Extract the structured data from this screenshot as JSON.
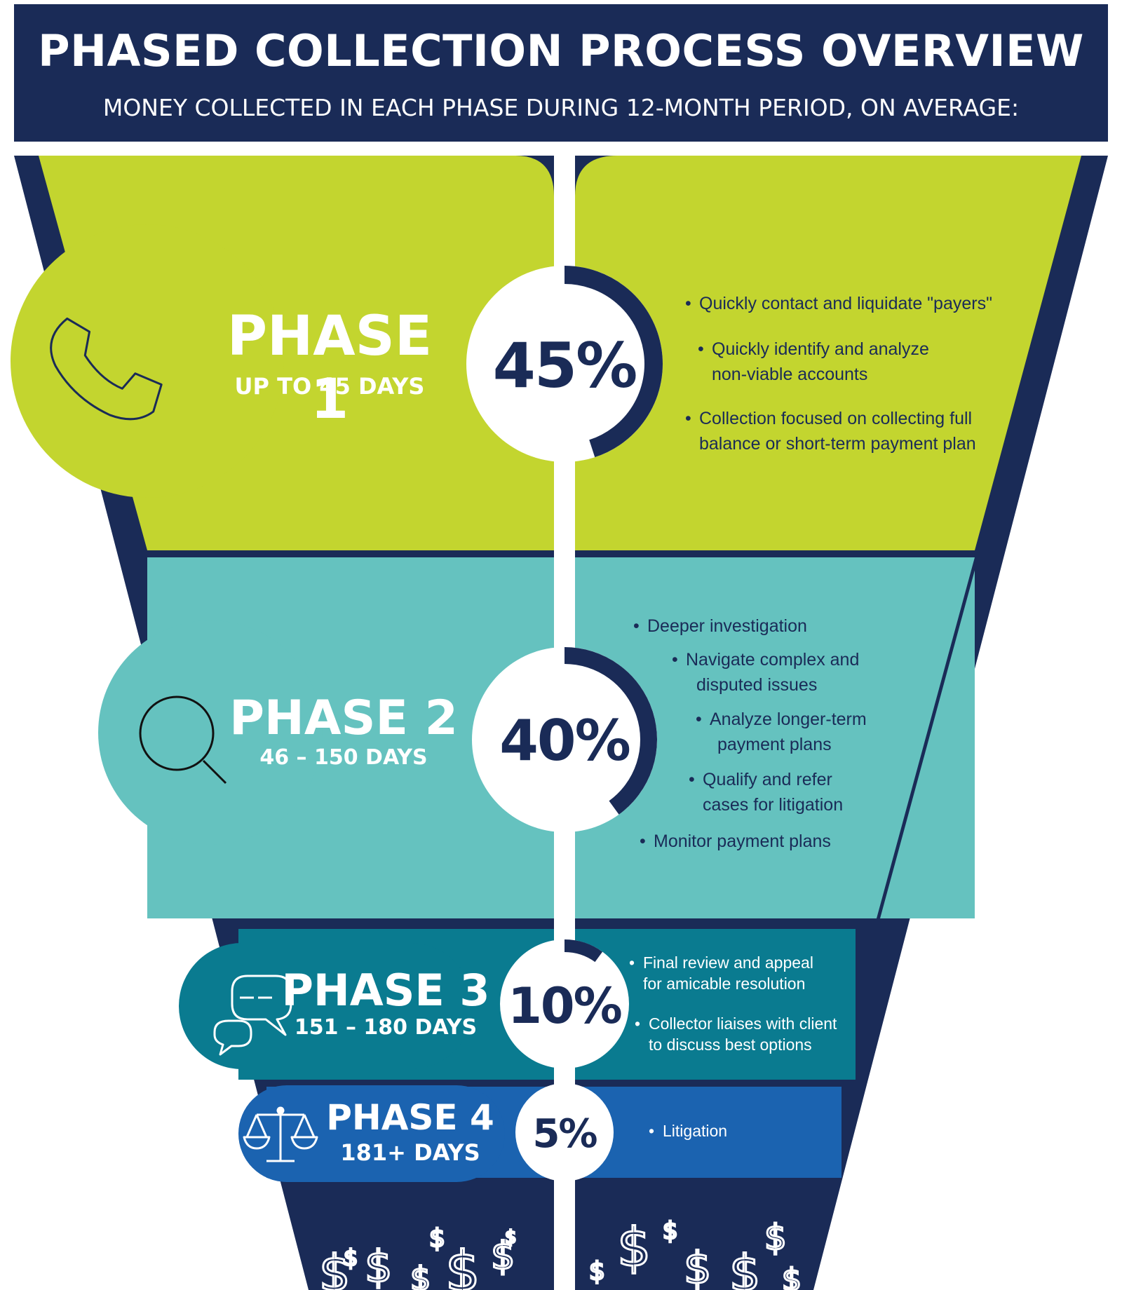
{
  "header": {
    "title": "PHASED COLLECTION PROCESS OVERVIEW",
    "subtitle": "MONEY COLLECTED IN EACH PHASE DURING 12-MONTH PERIOD, ON AVERAGE:"
  },
  "colors": {
    "navy": "#1a2b57",
    "phase1": "#c3d52f",
    "phase2": "#65c2bf",
    "phase3": "#0a7b90",
    "phase4": "#1b63b0"
  },
  "phases": [
    {
      "name": "PHASE 1",
      "days": "UP TO 45 DAYS",
      "percent_label": "45%",
      "percent": 45,
      "icon": "phone-icon",
      "bullets": [
        "Quickly contact and liquidate \"payers\"",
        "Quickly identify and analyze",
        "non-viable accounts",
        "Collection focused on collecting full",
        "balance or short-term payment plan"
      ]
    },
    {
      "name": "PHASE 2",
      "days": "46 – 150 DAYS",
      "percent_label": "40%",
      "percent": 40,
      "icon": "magnifier-icon",
      "bullets": [
        "Deeper investigation",
        "Navigate complex and",
        "disputed issues",
        "Analyze longer-term",
        "payment plans",
        "Qualify and refer",
        "cases for litigation",
        "Monitor payment plans"
      ]
    },
    {
      "name": "PHASE 3",
      "days": "151 – 180 DAYS",
      "percent_label": "10%",
      "percent": 10,
      "icon": "chat-bubbles-icon",
      "bullets": [
        "Final review and appeal",
        "for amicable resolution",
        "Collector liaises with client",
        "to discuss best options"
      ]
    },
    {
      "name": "PHASE 4",
      "days": "181+ DAYS",
      "percent_label": "5%",
      "percent": 5,
      "icon": "scales-icon",
      "bullets": [
        "Litigation"
      ]
    }
  ],
  "bottom": {
    "icon": "dollar-sign-icon",
    "glyph": "$"
  }
}
